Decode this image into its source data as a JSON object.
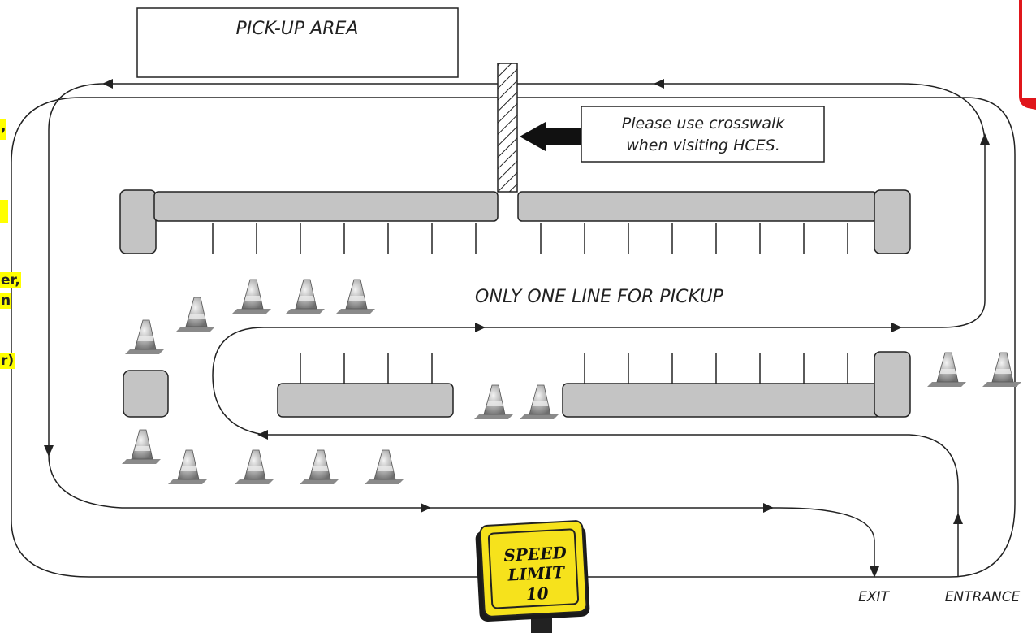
{
  "labels": {
    "pickup_area": "PICK-UP AREA",
    "crosswalk_line1": "Please use crosswalk",
    "crosswalk_line2": "when visiting HCES.",
    "one_line": "ONLY ONE LINE FOR PICKUP",
    "exit": "EXIT",
    "entrance": "ENTRANCE"
  },
  "speed_sign": {
    "line1": "SPEED",
    "line2": "LIMIT",
    "line3": "10"
  },
  "left_edge_fragments": [
    ",",
    "",
    "er,",
    "n",
    "r)"
  ],
  "colors": {
    "curb_fill": "#c4c4c4",
    "sign_yellow": "#f6e21c",
    "highlight": "#ffff00",
    "badge_red": "#e0161b"
  },
  "icons": [
    "traffic-cone-icon",
    "speed-limit-sign-icon",
    "arrow-left-icon"
  ]
}
